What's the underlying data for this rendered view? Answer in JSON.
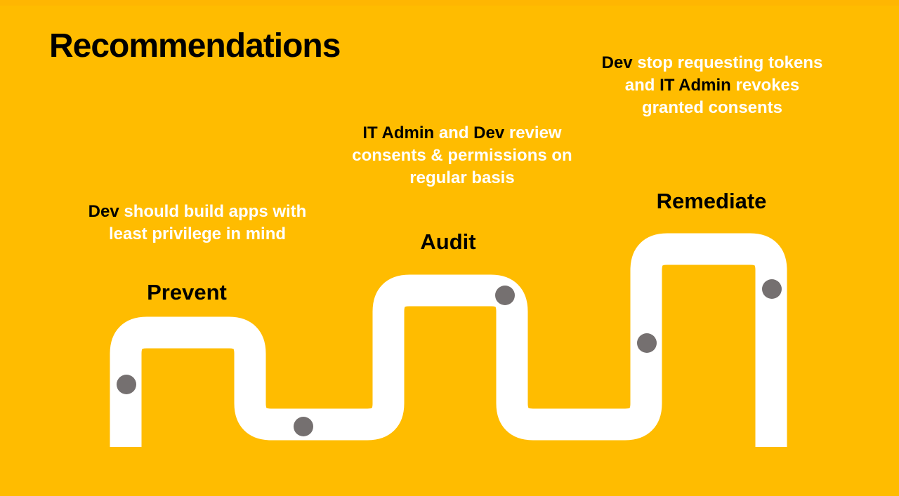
{
  "title": "Recommendations",
  "colors": {
    "background": "#FFBC00",
    "edge_strip": "#FFB103",
    "road": "#FFFFFF",
    "dot": "#757070",
    "text_dark": "#000000",
    "text_light": "#FFFFFF"
  },
  "stages": [
    {
      "label": "Prevent",
      "description": [
        {
          "segments": [
            {
              "text": "Dev",
              "tone": "dark"
            },
            {
              "text": " should build apps with",
              "tone": "light"
            }
          ]
        },
        {
          "segments": [
            {
              "text": "least privilege in mind",
              "tone": "light"
            }
          ]
        }
      ]
    },
    {
      "label": "Audit",
      "description": [
        {
          "segments": [
            {
              "text": "IT Admin",
              "tone": "dark"
            },
            {
              "text": " and ",
              "tone": "light"
            },
            {
              "text": "Dev",
              "tone": "dark"
            },
            {
              "text": " review",
              "tone": "light"
            }
          ]
        },
        {
          "segments": [
            {
              "text": "consents & permissions on",
              "tone": "light"
            }
          ]
        },
        {
          "segments": [
            {
              "text": "regular basis",
              "tone": "light"
            }
          ]
        }
      ]
    },
    {
      "label": "Remediate",
      "description": [
        {
          "segments": [
            {
              "text": "Dev",
              "tone": "dark"
            },
            {
              "text": " stop requesting tokens",
              "tone": "light"
            }
          ]
        },
        {
          "segments": [
            {
              "text": "and ",
              "tone": "light"
            },
            {
              "text": "IT Admin",
              "tone": "dark"
            },
            {
              "text": " revokes",
              "tone": "light"
            }
          ]
        },
        {
          "segments": [
            {
              "text": "granted consents",
              "tone": "light"
            }
          ]
        }
      ]
    }
  ]
}
